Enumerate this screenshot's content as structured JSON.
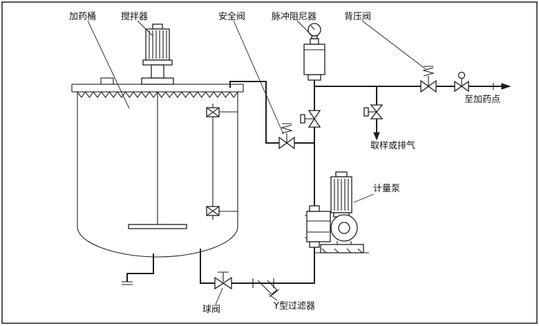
{
  "diagram": {
    "labels": {
      "dosing_tank": "加药桶",
      "agitator": "搅拌器",
      "safety_valve": "安全阀",
      "pulse_damper": "脉冲阻尼器",
      "back_pressure_valve": "背压阀",
      "to_dosing_point": "至加药点",
      "sampling_or_vent": "取样或排气",
      "metering_pump": "计量泵",
      "ball_valve": "球阀",
      "y_strainer": "Y型过滤器"
    },
    "colors": {
      "line": "#1a1a1a",
      "background": "#ffffff"
    }
  }
}
